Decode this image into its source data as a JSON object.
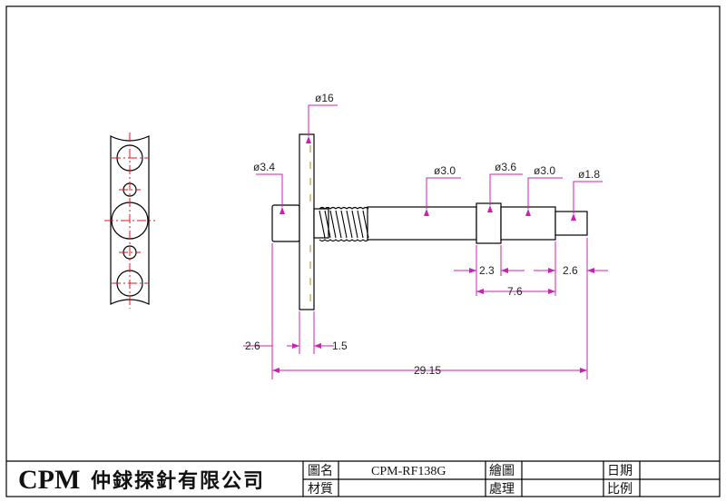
{
  "colors": {
    "dimension": "#cc1fb4",
    "centerline": "#e0141e",
    "outline": "#000000",
    "hatch": "#c89a3a"
  },
  "dimensions": {
    "flange_dia": "ø16",
    "tip_dia": "ø3.4",
    "shaft_dia": "ø3.0",
    "collar_dia": "ø3.6",
    "shaft2_dia": "ø3.0",
    "pin_dia": "ø1.8",
    "collar_len": "2.3",
    "pin_len": "2.6",
    "span_len": "7.6",
    "tip_len": "2.6",
    "flange_thk": "1.5",
    "total_len": "29.15"
  },
  "title_block": {
    "brand": "CPM",
    "company": "仲銶探針有限公司",
    "drawing_name_label": "圖名",
    "drawing_name": "CPM-RF138G",
    "drawn_label": "繪圖",
    "date_label": "日期",
    "material_label": "材質",
    "treatment_label": "處理",
    "scale_label": "比例"
  }
}
